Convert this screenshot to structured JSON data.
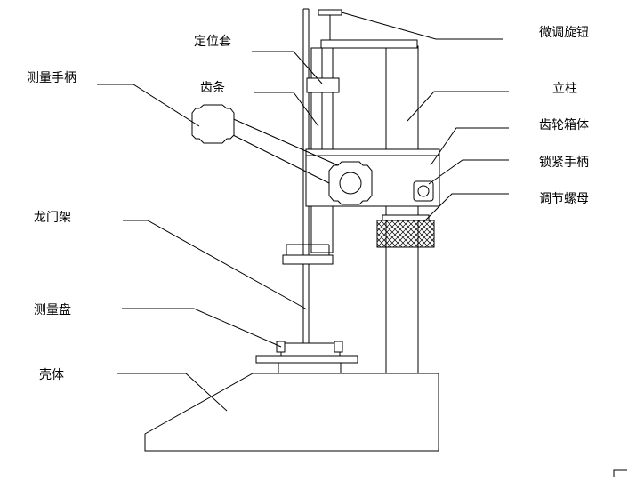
{
  "labels": {
    "micro_knob": "微调旋钮",
    "locating_sleeve": "定位套",
    "measuring_handle": "测量手柄",
    "rack": "齿条",
    "column": "立柱",
    "gearbox": "齿轮箱体",
    "locking_handle": "锁紧手柄",
    "adjusting_nut": "调节螺母",
    "gantry_frame": "龙门架",
    "measuring_disc": "测量盘",
    "housing": "壳体"
  }
}
